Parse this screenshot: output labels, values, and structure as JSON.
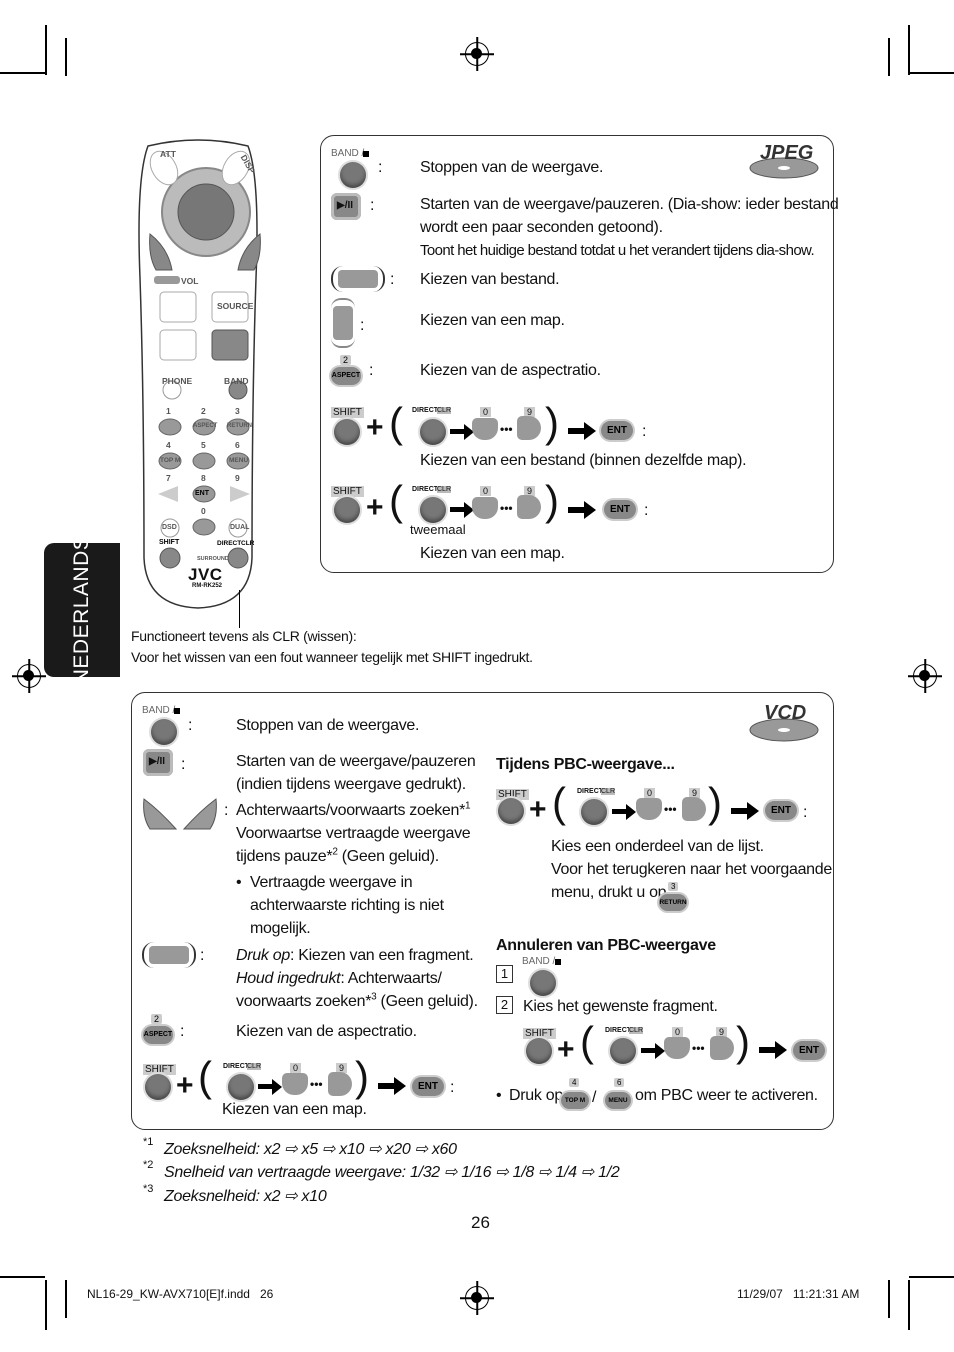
{
  "side_tab": "NEDERLANDS",
  "remote": {
    "brand": "JVC",
    "model": "RM-RK252",
    "labels": {
      "att": "ATT",
      "disp": "DISP",
      "vol": "VOL",
      "source": "SOURCE",
      "phone": "PHONE",
      "band": "BAND",
      "aspect": "ASPECT",
      "return": "RETURN",
      "topm": "TOP M",
      "menu": "MENU",
      "ent": "ENT",
      "dsd": "DSD",
      "dual": "DUAL",
      "shift": "SHIFT",
      "direct": "DIRECT",
      "clr": "CLR",
      "surround": "SURROUND",
      "num1": "1",
      "num2": "2",
      "num3": "3",
      "num4": "4",
      "num5": "5",
      "num6": "6",
      "num7": "7",
      "num8": "8",
      "num9": "9",
      "num0": "0"
    },
    "callout_line1": "Functioneert tevens als CLR (wissen):",
    "callout_line2": "Voor het wissen van een fout wanneer tegelijk met SHIFT ingedrukt."
  },
  "jpeg_box": {
    "logo": "JPEG",
    "band_label": "BAND /",
    "colon": ":",
    "row1": "Stoppen van de weergave.",
    "row2_line1": "Starten van de weergave/pauzeren. (Dia-show: ieder bestand",
    "row2_line2": "wordt een paar seconden getoond).",
    "row2_line3": "Toont het huidige bestand totdat u het verandert tijdens dia-show.",
    "row3": "Kiezen van bestand.",
    "row4": "Kiezen van een map.",
    "aspect_num": "2",
    "aspect_label": "ASPECT",
    "row5": "Kiezen van de aspectratio.",
    "shift": "SHIFT",
    "direct": "DIRECT",
    "clr": "CLR",
    "zero": "0",
    "nine": "9",
    "ent": "ENT",
    "row6": "Kiezen van een bestand (binnen dezelfde map).",
    "tweemaal": "tweemaal",
    "row7": "Kiezen van een map."
  },
  "vcd_box": {
    "logo": "VCD",
    "band_label": "BAND /",
    "colon": ":",
    "left_row1": "Stoppen van de weergave.",
    "left_row2_line1": "Starten van de weergave/pauzeren",
    "left_row2_line2": "(indien tijdens weergave gedrukt).",
    "left_row3_line1": "Achterwaarts/voorwaarts zoeken*",
    "left_row3_sup1": "1",
    "left_row3_line2": "Voorwaartse vertraagde weergave",
    "left_row3_line3a": "tijdens pauze*",
    "left_row3_sup2": "2",
    "left_row3_line3b": " (Geen geluid).",
    "bullet": "•",
    "left_bullet_line1": "Vertraagde weergave in",
    "left_bullet_line2": "achterwaarste richting is niet",
    "left_bullet_line3": "mogelijk.",
    "left_row4_line1a": "Druk op",
    "left_row4_line1b": ": Kiezen van een fragment.",
    "left_row4_line2a": "Houd ingedrukt",
    "left_row4_line2b": ": Achterwaarts/",
    "left_row4_line3a": "voorwaarts zoeken*",
    "left_row4_sup3": "3",
    "left_row4_line3b": " (Geen geluid).",
    "aspect_num": "2",
    "aspect_label": "ASPECT",
    "left_row5": "Kiezen van de aspectratio.",
    "shift": "SHIFT",
    "direct": "DIRECT",
    "clr": "CLR",
    "zero": "0",
    "nine": "9",
    "ent": "ENT",
    "left_row6": "Kiezen van een map.",
    "pbc_heading": "Tijdens PBC-weergave...",
    "pbc_line1": "Kies een onderdeel van de lijst.",
    "pbc_line2": "Voor het terugkeren naar het voorgaande",
    "pbc_line3": "menu, drukt u op",
    "return_num": "3",
    "return_label": "RETURN",
    "cancel_heading": "Annuleren van PBC-weergave",
    "step1": "1",
    "step2": "2",
    "step2_text": "Kies het gewenste fragment.",
    "druk_op": "Druk op",
    "topm_num": "4",
    "topm_label": "TOP M",
    "slash": "/",
    "menu_num": "6",
    "menu_label": "MENU",
    "reactivate": "om PBC weer te activeren."
  },
  "footnotes": {
    "fn1_mark": "*1",
    "fn1": "Zoeksnelheid: x2 ⇨ x5 ⇨ x10 ⇨ x20 ⇨ x60",
    "fn2_mark": "*2",
    "fn2": "Snelheid van vertraagde weergave: 1/32 ⇨ 1/16 ⇨ 1/8 ⇨ 1/4 ⇨ 1/2",
    "fn3_mark": "*3",
    "fn3": "Zoeksnelheid: x2 ⇨ x10"
  },
  "page_number": "26",
  "footer": {
    "file": "NL16-29_KW-AVX710[E]f.indd   26",
    "timestamp": "11/29/07   11:21:31 AM"
  }
}
